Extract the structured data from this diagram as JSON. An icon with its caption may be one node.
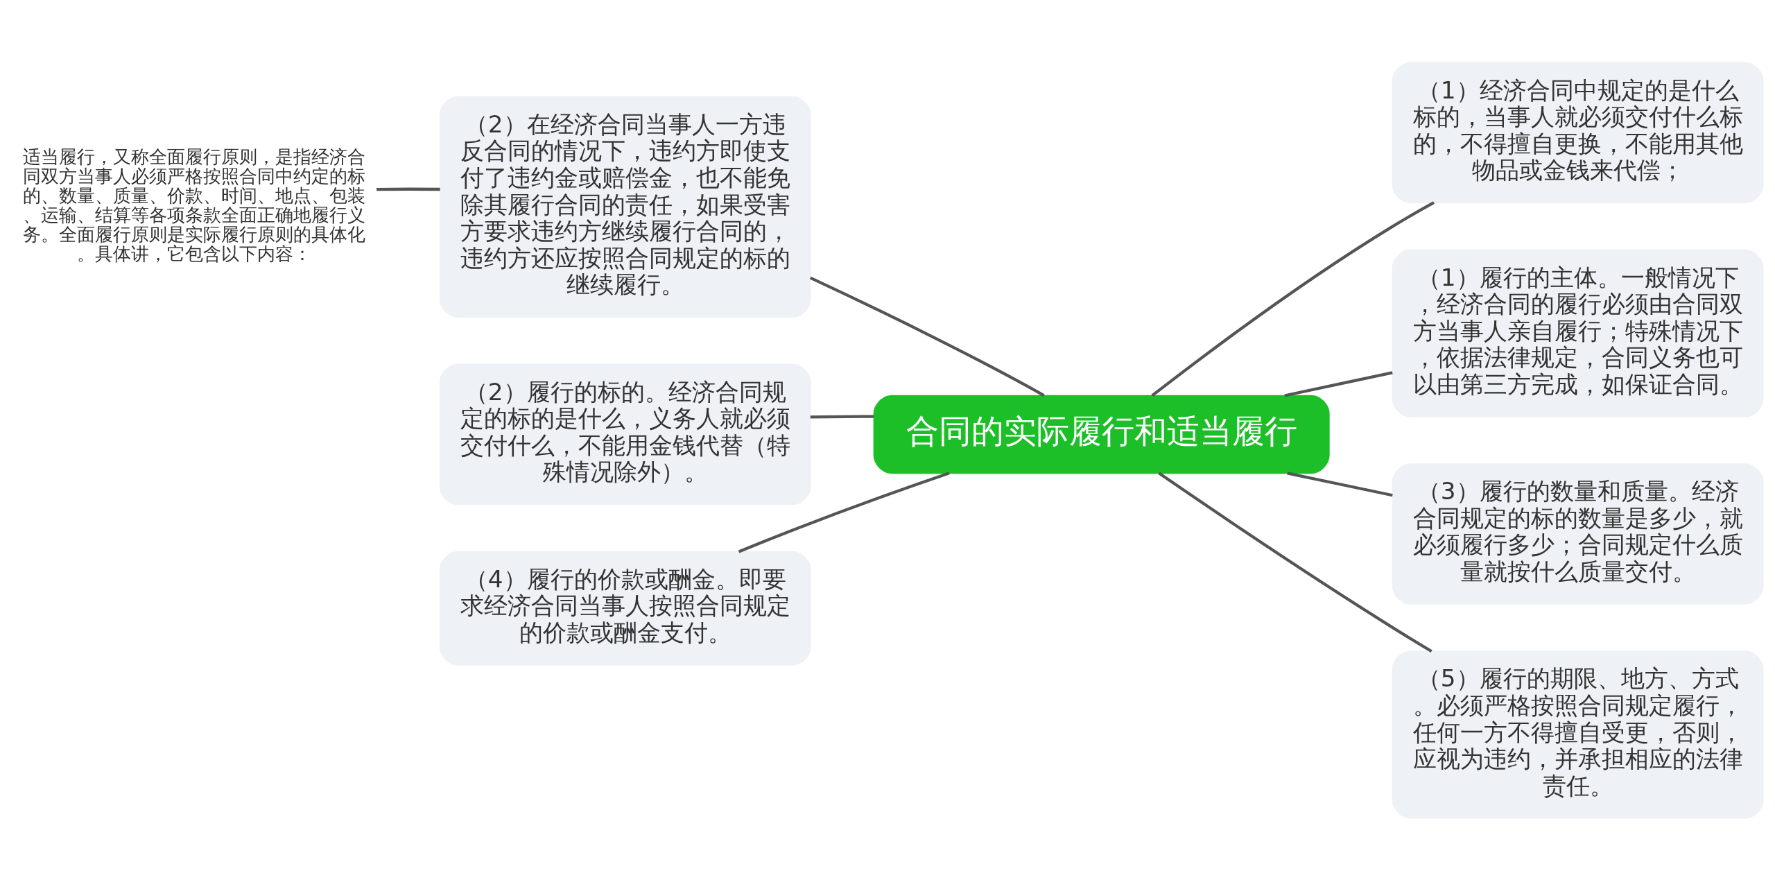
{
  "diagram": {
    "nodes": [
      {
        "text": [
          "合同的实际履行和适当履行"
        ]
      },
      {
        "text": [
          "（2）在经济合同当事人一方违反合同的情况下，违约方即使支付了违约金或赔偿金，也不能免除其履行合同的责任，如果受害方要求违约方继续履行合同的，违约方还应按照合同规定的标的继续履行。"
        ]
      },
      {
        "text": [
          "适当履行，又称全面履行原则，是指经济合同双方当事人必须严格按照合同中约定的标的、数量、质量、价款、时间、地点、包装、运输、结算等各项条款全面正确地履行义务。全面履行原则是实际履行原则的具体化。具体讲，它包含以下内容："
        ]
      },
      {
        "text": [
          "（2）履行的标的。经济合同规定的标的是什么，义务人就必须交付什么，不能用金钱代替（特殊情况除外）。"
        ]
      },
      {
        "text": [
          "（4）履行的价款或酬金。即要求经济合同当事人按照合同规定的价款或酬金支付。"
        ]
      },
      {
        "text": [
          "（1）经济合同中规定的是什么标的，当事人就必须交付什么标的，不得擅自更换，不能用其他物品或金钱来代偿；"
        ]
      },
      {
        "text": [
          "（1）履行的主体。一般情况下，经济合同的履行必须由合同双方当事人亲自履行；特殊情况下，依据法律规定，合同义务也可以由第三方完成，如保证合同。"
        ]
      },
      {
        "text": [
          "（3）履行的数量和质量。经济合同规定的标的数量是多少，就必须履行多少；合同规定什么质量就按什么质量交付。"
        ]
      },
      {
        "text": [
          "（5）履行的期限、地方、方式。必须严格按照合同规定履行，任何一方不得擅自受更，否则，应视为违约，并承担相应的法律责任。"
        ]
      }
    ],
    "edges": [
      {
        "from": 0,
        "to": 1,
        "arrow": "none"
      },
      {
        "from": 1,
        "to": 2,
        "arrow": "none"
      },
      {
        "from": 0,
        "to": 3,
        "arrow": "none"
      },
      {
        "from": 0,
        "to": 4,
        "arrow": "none"
      },
      {
        "from": 0,
        "to": 5,
        "arrow": "none"
      },
      {
        "from": 0,
        "to": 6,
        "arrow": "none"
      },
      {
        "from": 0,
        "to": 7,
        "arrow": "none"
      },
      {
        "from": 0,
        "to": 8,
        "arrow": "none"
      }
    ]
  }
}
